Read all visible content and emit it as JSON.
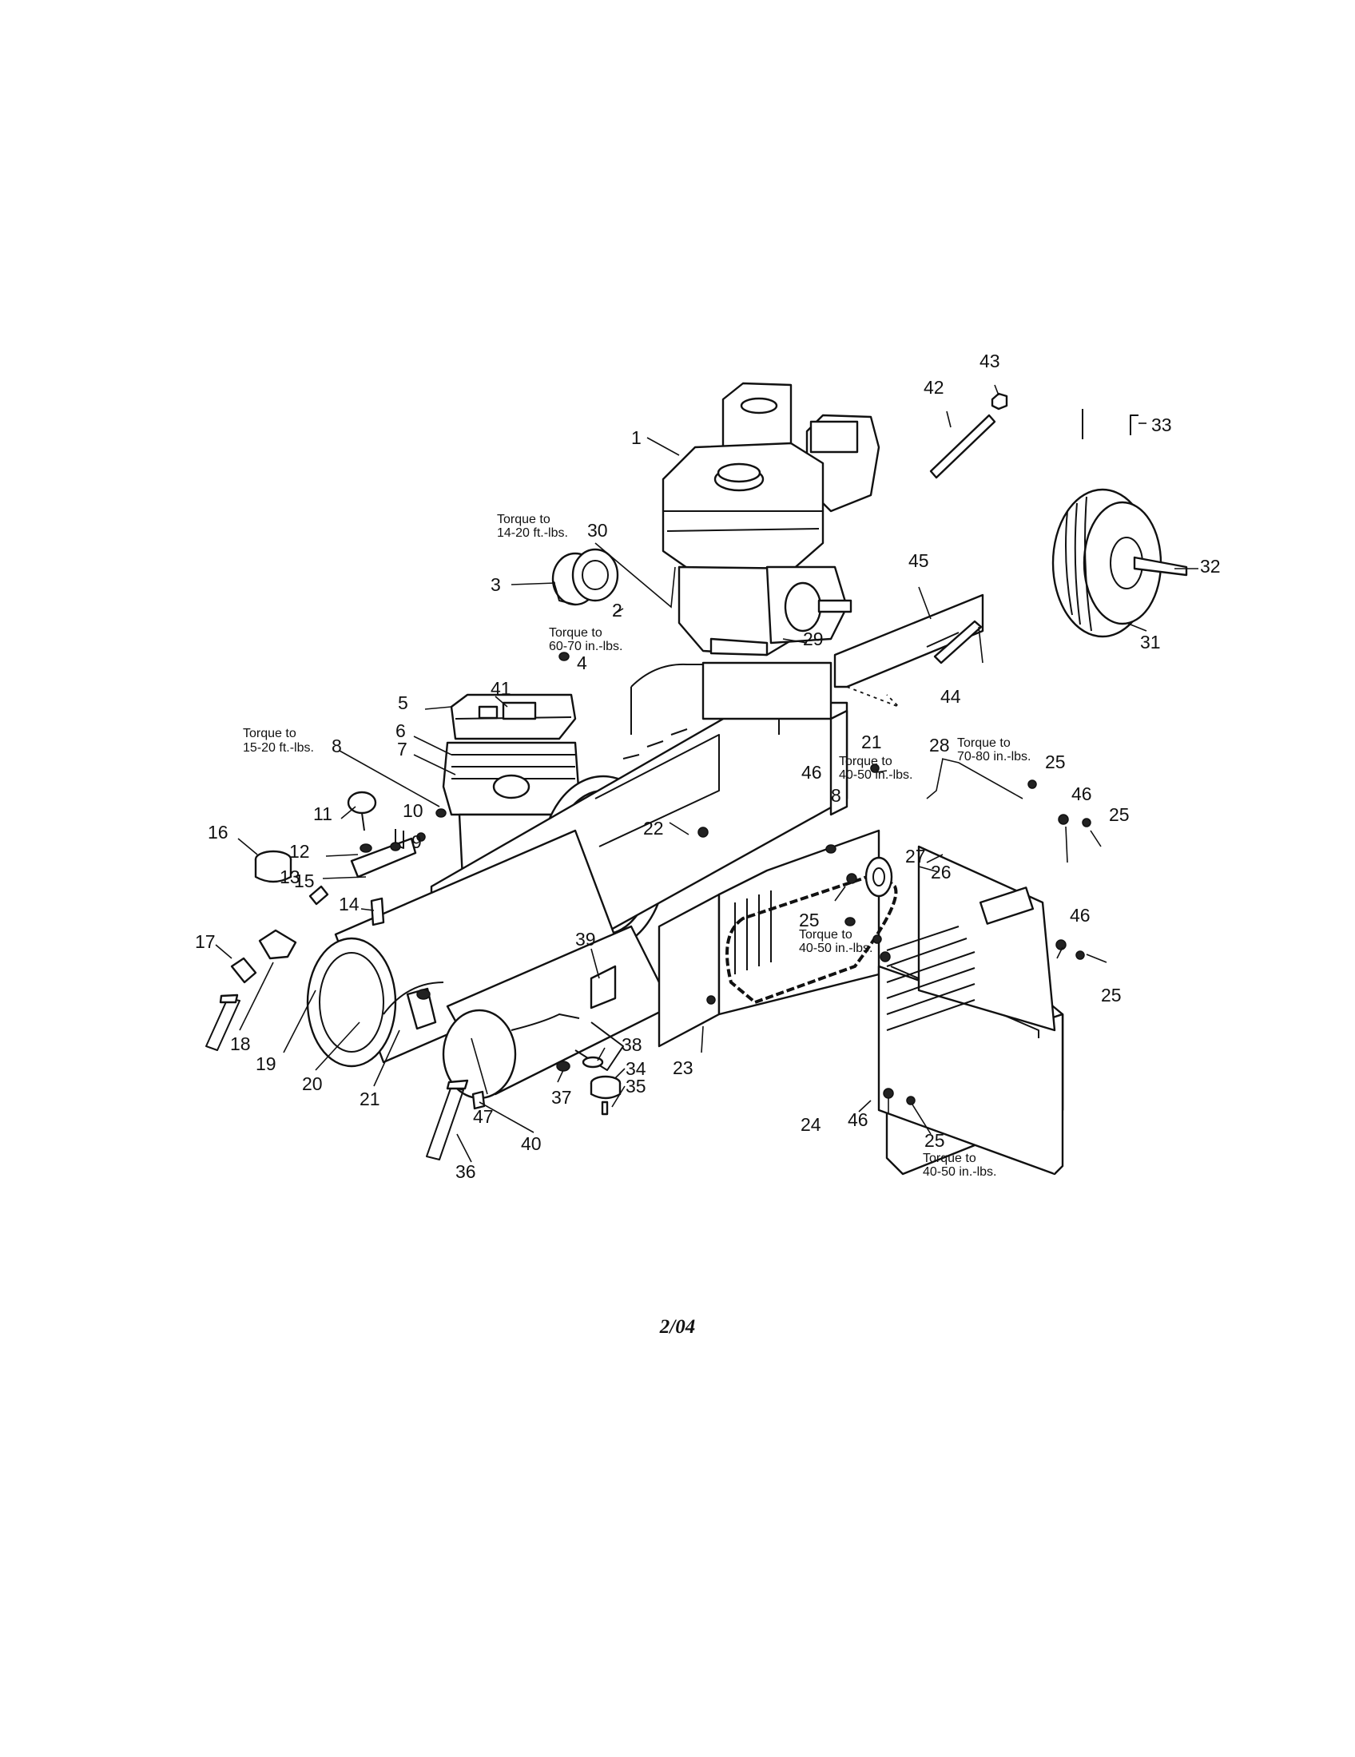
{
  "footer_date": "2/04",
  "labels": [
    {
      "id": "1",
      "text": "1"
    },
    {
      "id": "2",
      "text": "2"
    },
    {
      "id": "3",
      "text": "3"
    },
    {
      "id": "4",
      "text": "4"
    },
    {
      "id": "5",
      "text": "5"
    },
    {
      "id": "6",
      "text": "6"
    },
    {
      "id": "7",
      "text": "7"
    },
    {
      "id": "8a",
      "text": "8"
    },
    {
      "id": "8b",
      "text": "8"
    },
    {
      "id": "9",
      "text": "9"
    },
    {
      "id": "10",
      "text": "10"
    },
    {
      "id": "11",
      "text": "11"
    },
    {
      "id": "12",
      "text": "12"
    },
    {
      "id": "13",
      "text": "13"
    },
    {
      "id": "14",
      "text": "14"
    },
    {
      "id": "15",
      "text": "15"
    },
    {
      "id": "16",
      "text": "16"
    },
    {
      "id": "17",
      "text": "17"
    },
    {
      "id": "18",
      "text": "18"
    },
    {
      "id": "19",
      "text": "19"
    },
    {
      "id": "20",
      "text": "20"
    },
    {
      "id": "21a",
      "text": "21"
    },
    {
      "id": "21b",
      "text": "21"
    },
    {
      "id": "22",
      "text": "22"
    },
    {
      "id": "23",
      "text": "23"
    },
    {
      "id": "24",
      "text": "24"
    },
    {
      "id": "25a",
      "text": "25"
    },
    {
      "id": "25b",
      "text": "25"
    },
    {
      "id": "25c",
      "text": "25"
    },
    {
      "id": "25d",
      "text": "25"
    },
    {
      "id": "25e",
      "text": "25"
    },
    {
      "id": "26",
      "text": "26"
    },
    {
      "id": "27",
      "text": "27"
    },
    {
      "id": "28",
      "text": "28"
    },
    {
      "id": "29",
      "text": "29"
    },
    {
      "id": "30",
      "text": "30"
    },
    {
      "id": "31",
      "text": "31"
    },
    {
      "id": "32",
      "text": "32"
    },
    {
      "id": "33",
      "text": "33"
    },
    {
      "id": "34",
      "text": "34"
    },
    {
      "id": "35",
      "text": "35"
    },
    {
      "id": "36",
      "text": "36"
    },
    {
      "id": "37",
      "text": "37"
    },
    {
      "id": "38",
      "text": "38"
    },
    {
      "id": "39",
      "text": "39"
    },
    {
      "id": "40",
      "text": "40"
    },
    {
      "id": "41",
      "text": "41"
    },
    {
      "id": "42",
      "text": "42"
    },
    {
      "id": "43",
      "text": "43"
    },
    {
      "id": "44",
      "text": "44"
    },
    {
      "id": "45",
      "text": "45"
    },
    {
      "id": "46a",
      "text": "46"
    },
    {
      "id": "46b",
      "text": "46"
    },
    {
      "id": "46c",
      "text": "46"
    },
    {
      "id": "46d",
      "text": "46"
    },
    {
      "id": "47",
      "text": "47"
    }
  ],
  "torque_notes": [
    {
      "id": "t30",
      "line1": "Torque to",
      "line2": "14-20 ft.-lbs."
    },
    {
      "id": "t4",
      "line1": "Torque to",
      "line2": "60-70 in.-lbs."
    },
    {
      "id": "t8",
      "line1": "Torque to",
      "line2": "15-20 ft.-lbs."
    },
    {
      "id": "t28",
      "line1": "Torque to",
      "line2": "70-80 in.-lbs."
    },
    {
      "id": "t21",
      "line1": "Torque to",
      "line2": "40-50 in.-lbs."
    },
    {
      "id": "t25a",
      "line1": "Torque to",
      "line2": "40-50 in.-lbs."
    },
    {
      "id": "t25b",
      "line1": "Torque to",
      "line2": "40-50 in.-lbs."
    }
  ]
}
